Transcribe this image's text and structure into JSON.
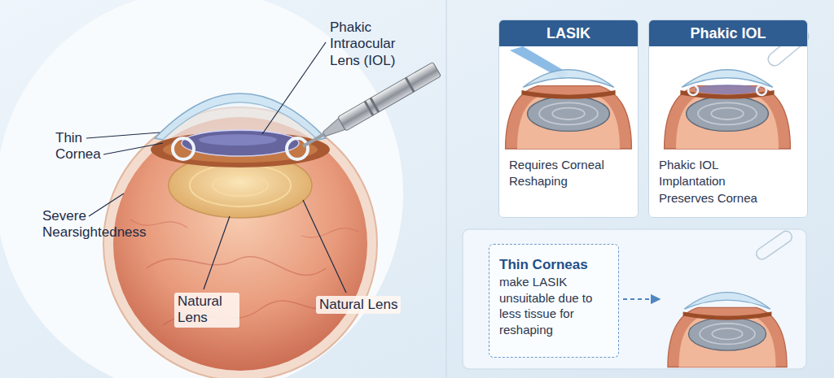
{
  "diagram": {
    "nodes": [
      {
        "text": [
          "LASIK",
          "Requires Corneal Reshaping"
        ]
      },
      {
        "text": [
          "Phakic IOL",
          "Phakic IOL Implantation Preserves Cornea"
        ]
      },
      {
        "text": [
          "Thin Corneas",
          "make LASIK unsuitable due to less tissue for reshaping"
        ]
      }
    ],
    "labels": [
      "Phakic Intraocular Lens (IOL)",
      "Thin Cornea",
      "Severe Nearsightedness",
      "Natural Lens",
      "Natural Lens"
    ]
  }
}
